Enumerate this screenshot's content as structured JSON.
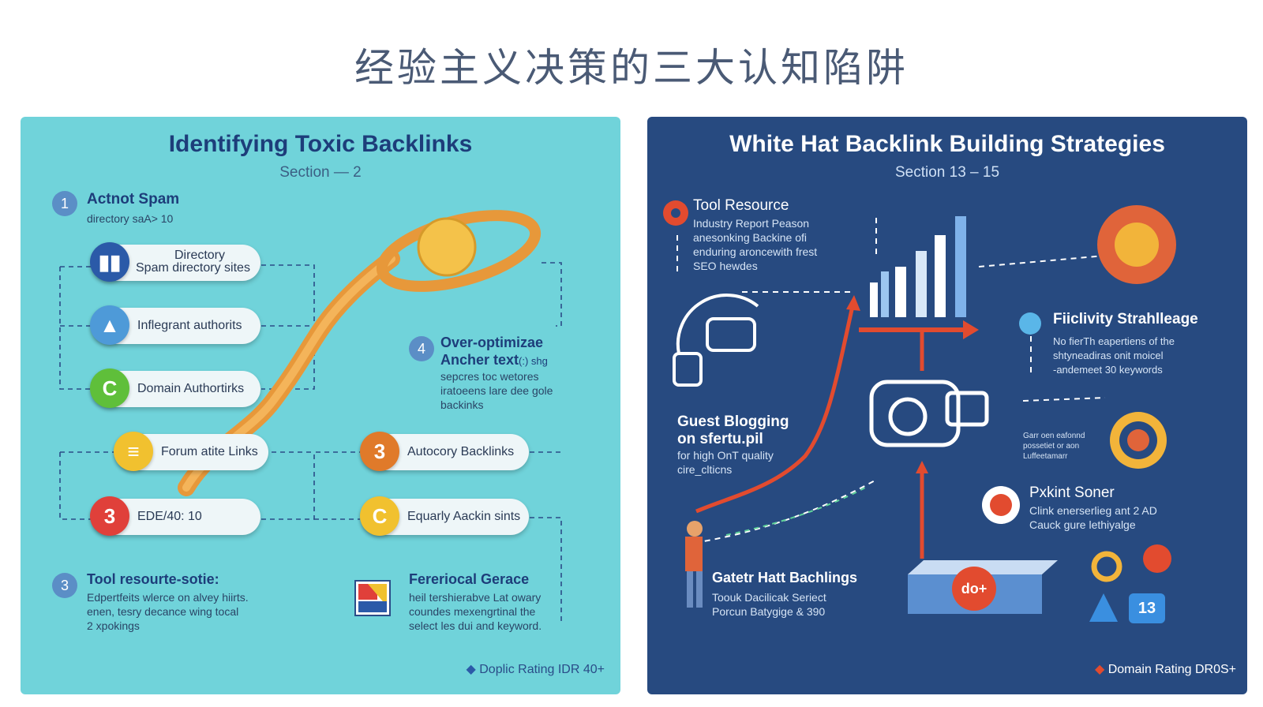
{
  "title": "经验主义决策的三大认知陷阱",
  "left": {
    "title": "Identifying Toxic Backlinks",
    "section": "Section — 2",
    "item1": {
      "num": "1",
      "title": "Actnot Spam",
      "text": "directory saA> 10"
    },
    "pills": [
      {
        "icon": "▮▮",
        "label_line1": "Directory",
        "label_line2": "Spam directory sites",
        "color": "#2b5aa8"
      },
      {
        "icon": "▲",
        "label": "Inflegrant authorits",
        "color": "#4e9ad8"
      },
      {
        "icon": "C",
        "label": "Domain Authortirks",
        "color": "#5fbf3a"
      },
      {
        "icon": "≡",
        "label": "Forum atite Links",
        "color": "#f1c12f"
      },
      {
        "icon": "3",
        "label": "EDE/40: 10",
        "color": "#e0403a"
      },
      {
        "icon": "3",
        "label": "Autocory Backlinks",
        "color": "#e07a2a"
      },
      {
        "icon": "C",
        "label": "Equarly Aackin sints",
        "color": "#f1c12f"
      }
    ],
    "item4": {
      "num": "4",
      "title1": "Over-optimizae",
      "title2": "Ancher text",
      "title2_tail": "(:) shg",
      "text": "sepcres toc wetores\niratoeens lare dee gole\nbackinks"
    },
    "item3": {
      "num": "3",
      "title": "Tool resourte-sotie:",
      "text": "Edpertfeits wlerce on alvey hiirts.\nenen, tesry decance wing tocal\n2 xpokings"
    },
    "block5": {
      "title": "Fereriocal Gerace",
      "text": "heil tershierabve Lat owary\ncoundes mexengrtinal the\nselect les dui and keyword."
    },
    "footer": "Doplic Rating IDR 40+"
  },
  "right": {
    "title": "White Hat Backlink Building Strategies",
    "section": "Section  13 – 15",
    "tool": {
      "title": "Tool Resource",
      "text": "Industry Report Peason\nanesonking Backine ofi\nenduring aroncewith frest\nSEO hewdes"
    },
    "facility": {
      "title": "Fiiclivity Strahlleage",
      "text": "No fierTh eapertiens of the\nshtyneadiras onit moicel\n-andemeet 30 keywords"
    },
    "guest": {
      "title1": "Guest Blogging",
      "title2": "on sfertu.pil",
      "text": "for high OnT quality\ncire_clticns"
    },
    "small_text": "Garr oen eafonnd\npossetiet or aon\nLuffeetamarr",
    "pxkint": {
      "title": "Pxkint Soner",
      "text": "Clink enerserlieg ant 2 AD\nCauck gure lethiyalge"
    },
    "gatetr": {
      "title": "Gatetr Hatt Bachlings",
      "text": "Toouk Dacilicak Seriect\nPorcun Batygige & 390"
    },
    "badge_text": "do+",
    "badge_13": "13",
    "footer": "Domain Rating DR0S+"
  }
}
